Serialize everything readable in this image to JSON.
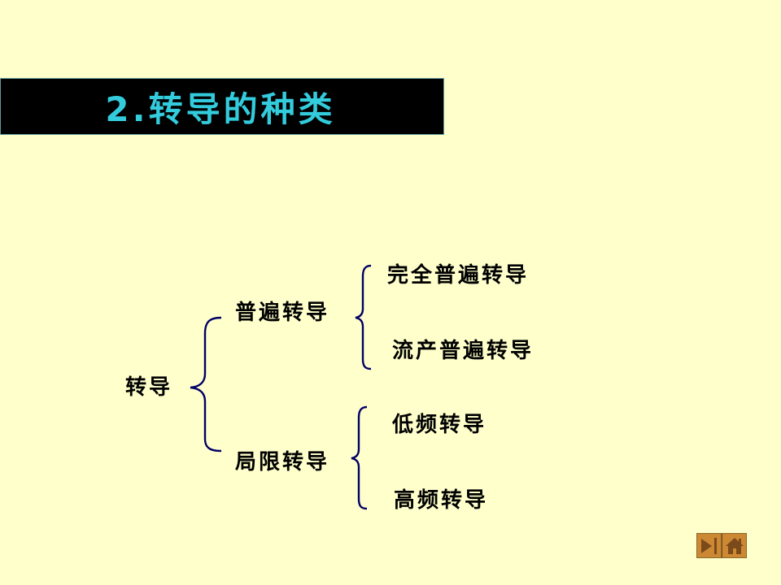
{
  "slide": {
    "background_color": "#FFFFCC",
    "title": {
      "text": "2.转导的种类",
      "text_color": "#33CCDD",
      "bar_color": "#000000"
    },
    "tree": {
      "root": "转导",
      "branches": [
        {
          "label": "普遍转导",
          "children": [
            "完全普遍转导",
            "流产普遍转导"
          ]
        },
        {
          "label": "局限转导",
          "children": [
            "低频转导",
            "高频转导"
          ]
        }
      ],
      "brace_color": "#000066"
    },
    "navigation": {
      "buttons": [
        {
          "icon": "play-end-icon",
          "label": "next"
        },
        {
          "icon": "home-icon",
          "label": "home"
        }
      ],
      "button_color": "#CC8833",
      "glyph_color": "#7A4A1A"
    }
  }
}
